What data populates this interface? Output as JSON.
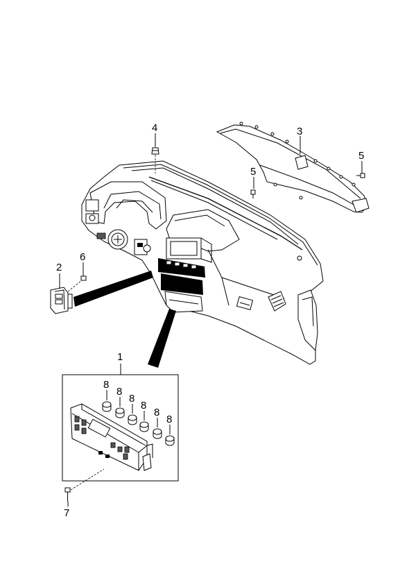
{
  "callouts": {
    "c1": "1",
    "c2": "2",
    "c3": "3",
    "c4": "4",
    "c5a": "5",
    "c5b": "5",
    "c6": "6",
    "c7": "7",
    "c8a": "8",
    "c8b": "8",
    "c8c": "8",
    "c8d": "8",
    "c8e": "8",
    "c8f": "8"
  },
  "colors": {
    "line": "#000000",
    "background": "#ffffff"
  }
}
